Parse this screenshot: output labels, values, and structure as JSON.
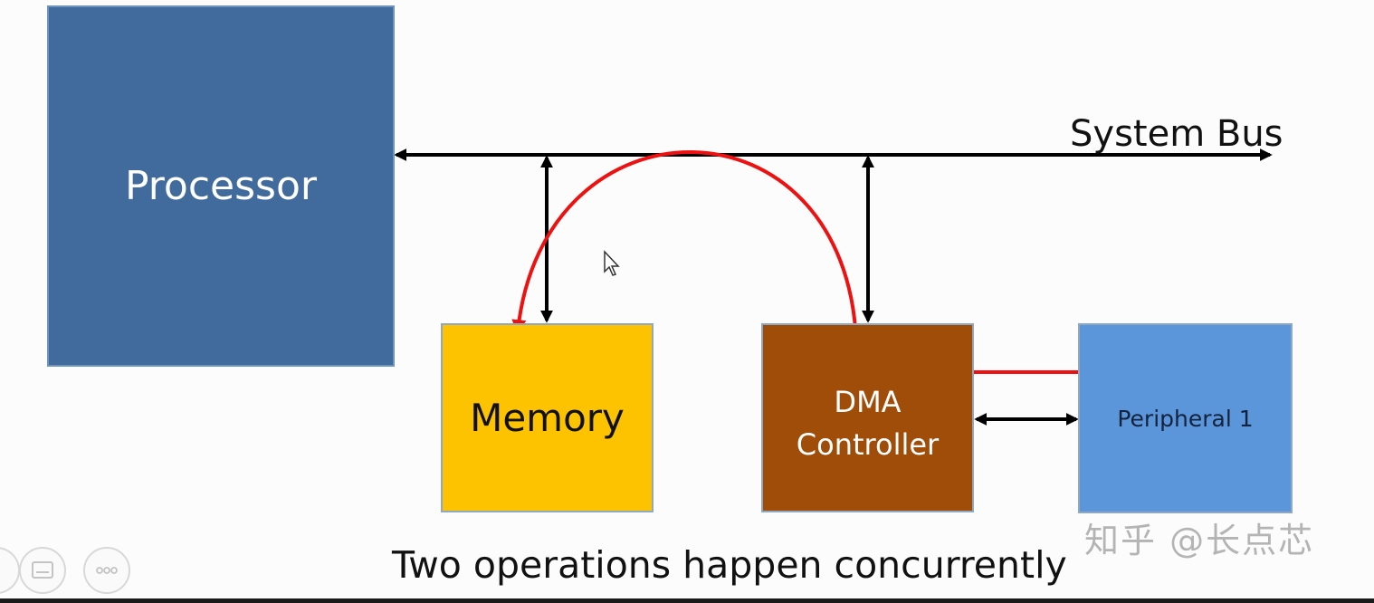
{
  "blocks": {
    "processor": {
      "label": "Processor"
    },
    "memory": {
      "label": "Memory"
    },
    "dma": {
      "line1": "DMA",
      "line2": "Controller"
    },
    "peripheral": {
      "label": "Peripheral 1"
    }
  },
  "bus": {
    "label": "System Bus"
  },
  "caption": "Two operations happen concurrently",
  "watermark": "知乎 @长点芯",
  "colors": {
    "processor": "#416b9c",
    "memory": "#fdc300",
    "dma": "#a04d0a",
    "peripheral": "#5b96da",
    "bus_arrow": "#000000",
    "transfer_arrow": "#ee1111"
  },
  "icons": {
    "cursor": "mouse-pointer-icon",
    "player_controls": [
      "previous-icon",
      "subtitles-icon",
      "more-options-icon"
    ]
  }
}
